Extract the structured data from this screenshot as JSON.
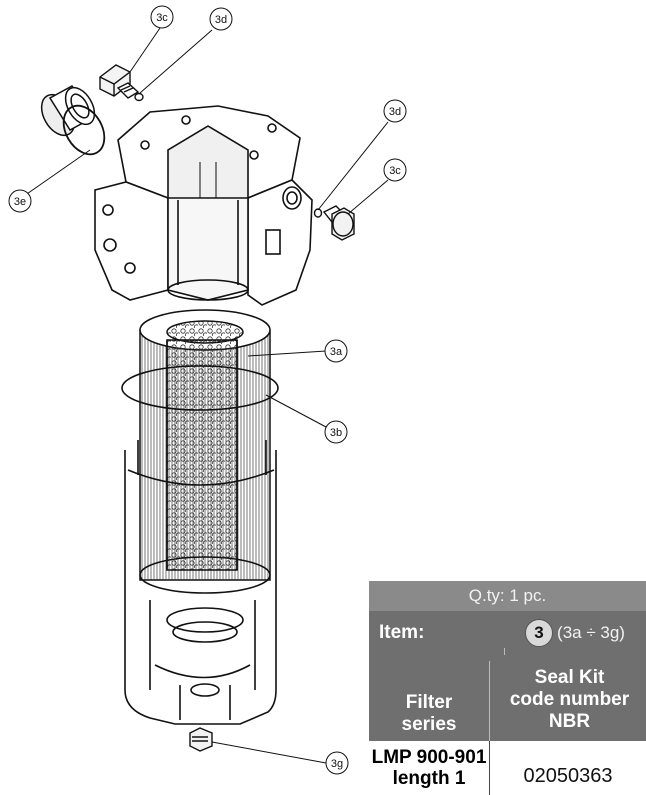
{
  "callouts": {
    "c3c_top": "3c",
    "c3d_top": "3d",
    "c3d_right": "3d",
    "c3c_right": "3c",
    "c3e": "3e",
    "c3a": "3a",
    "c3b": "3b",
    "c3g": "3g"
  },
  "table": {
    "qty": "Q.ty: 1 pc.",
    "item_label": "Item:",
    "item_number": "3",
    "item_range": "(3a ÷ 3g)",
    "filter_series_line1": "Filter",
    "filter_series_line2": "series",
    "kit_line1": "Seal Kit",
    "kit_line2": "code number",
    "kit_line3": "NBR",
    "series_value_line1": "LMP 900-901",
    "series_value_line2": "length 1",
    "code_value": "02050363"
  }
}
